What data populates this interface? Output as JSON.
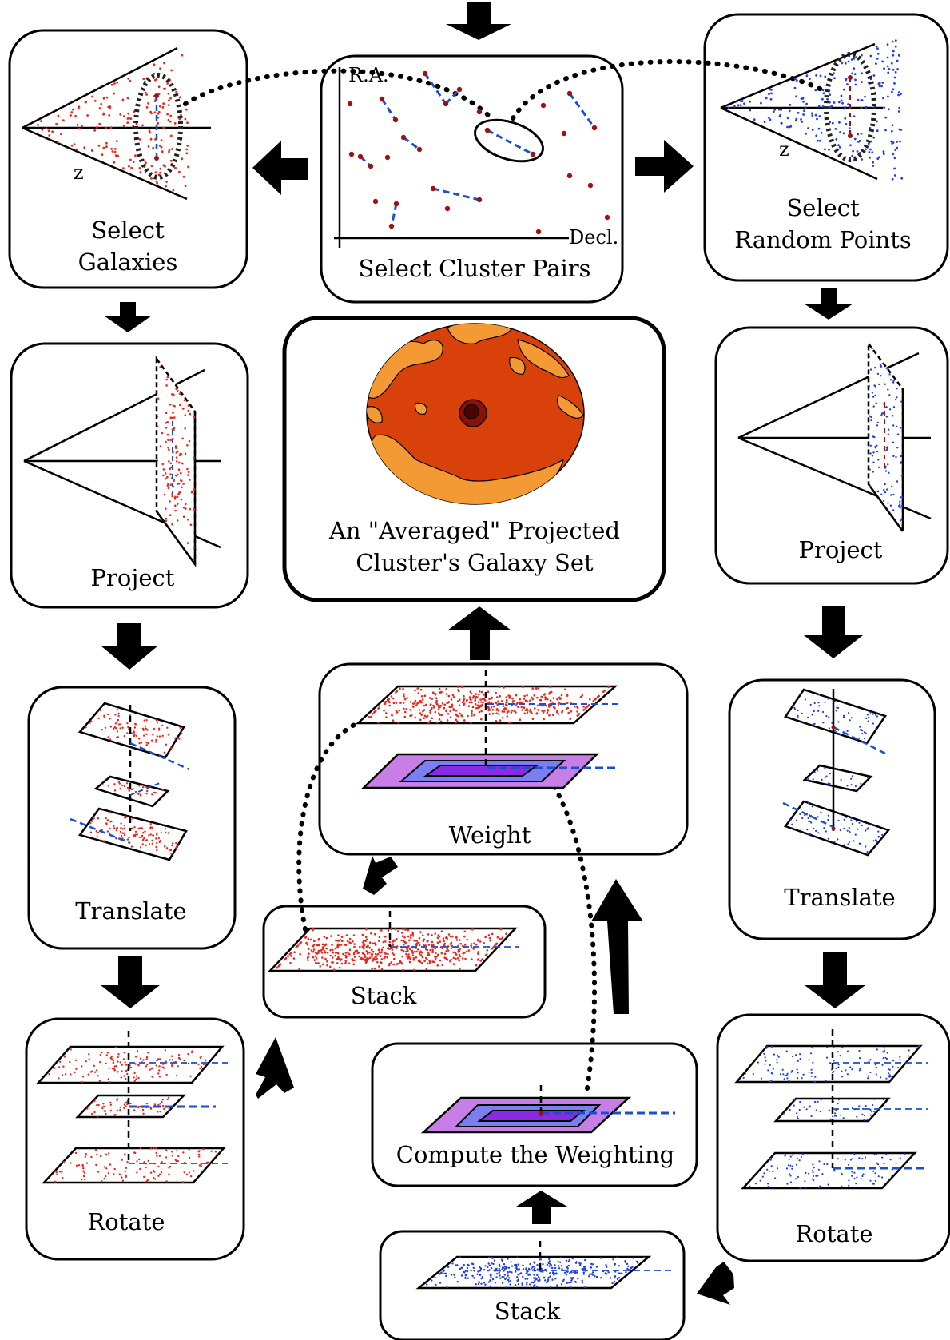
{
  "labels": {
    "select_galaxies": [
      "Select",
      "Galaxies"
    ],
    "select_cluster_pairs": "Select  Cluster  Pairs",
    "select_random_points": [
      "Select",
      "Random  Points"
    ],
    "project_left": "Project",
    "project_right": "Project",
    "averaged": [
      "An  \"Averaged\"  Projected",
      "Cluster's  Galaxy  Set"
    ],
    "translate_left": "Translate",
    "translate_right": "Translate",
    "weight": "Weight",
    "stack_galaxies": "Stack",
    "rotate_left": "Rotate",
    "rotate_right": "Rotate",
    "compute_weighting": "Compute  the  Weighting",
    "stack_random": "Stack"
  },
  "axes": {
    "ra": "R.A.",
    "decl": "Decl.",
    "z_left": "z",
    "z_right": "z"
  },
  "colors": {
    "galaxy_points": "#e8281c",
    "random_points": "#1f3fe0",
    "cluster_points": "#a01010",
    "pair_link": "#1a4fd0",
    "map_outer": "#f39a35",
    "map_inner": "#d9410a",
    "map_core": "#8a1008",
    "weight_outer": "#c77ee6",
    "weight_mid": "#7b7ef0",
    "weight_inner": "#8a2be2"
  }
}
